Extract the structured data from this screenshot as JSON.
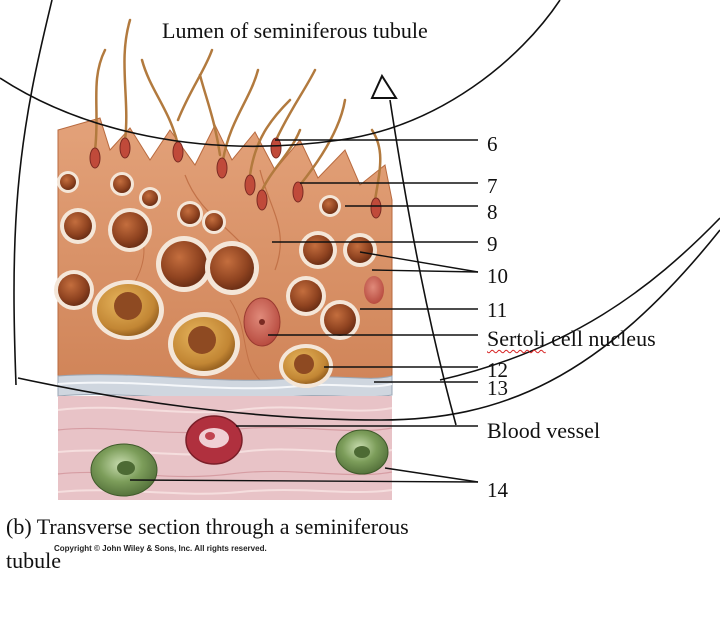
{
  "diagram": {
    "title": "Lumen of seminiferous tubule",
    "labels": {
      "l6": "6",
      "l7": "7",
      "l8": "8",
      "l9": "9",
      "l10": "10",
      "l11": "11",
      "sertoli": "Sertoli cell nucleus",
      "l12": "12",
      "l13": "13",
      "blood_vessel": "Blood vessel",
      "l14": "14"
    },
    "caption_line1": "(b) Transverse section through a seminiferous",
    "caption_line2": "tubule",
    "copyright": "Copyright © John Wiley & Sons, Inc. All rights reserved."
  },
  "colors": {
    "tissue": "#d98a5e",
    "tissue_dark": "#b8633c",
    "cell_fill": "#a24f2a",
    "cell_gold": "#d19a3a",
    "membrane": "#f4e6d8",
    "connective": "#e9c0c4",
    "green_cell": "#7a9a5a",
    "red_cell": "#c04450",
    "ink": "#111111"
  }
}
